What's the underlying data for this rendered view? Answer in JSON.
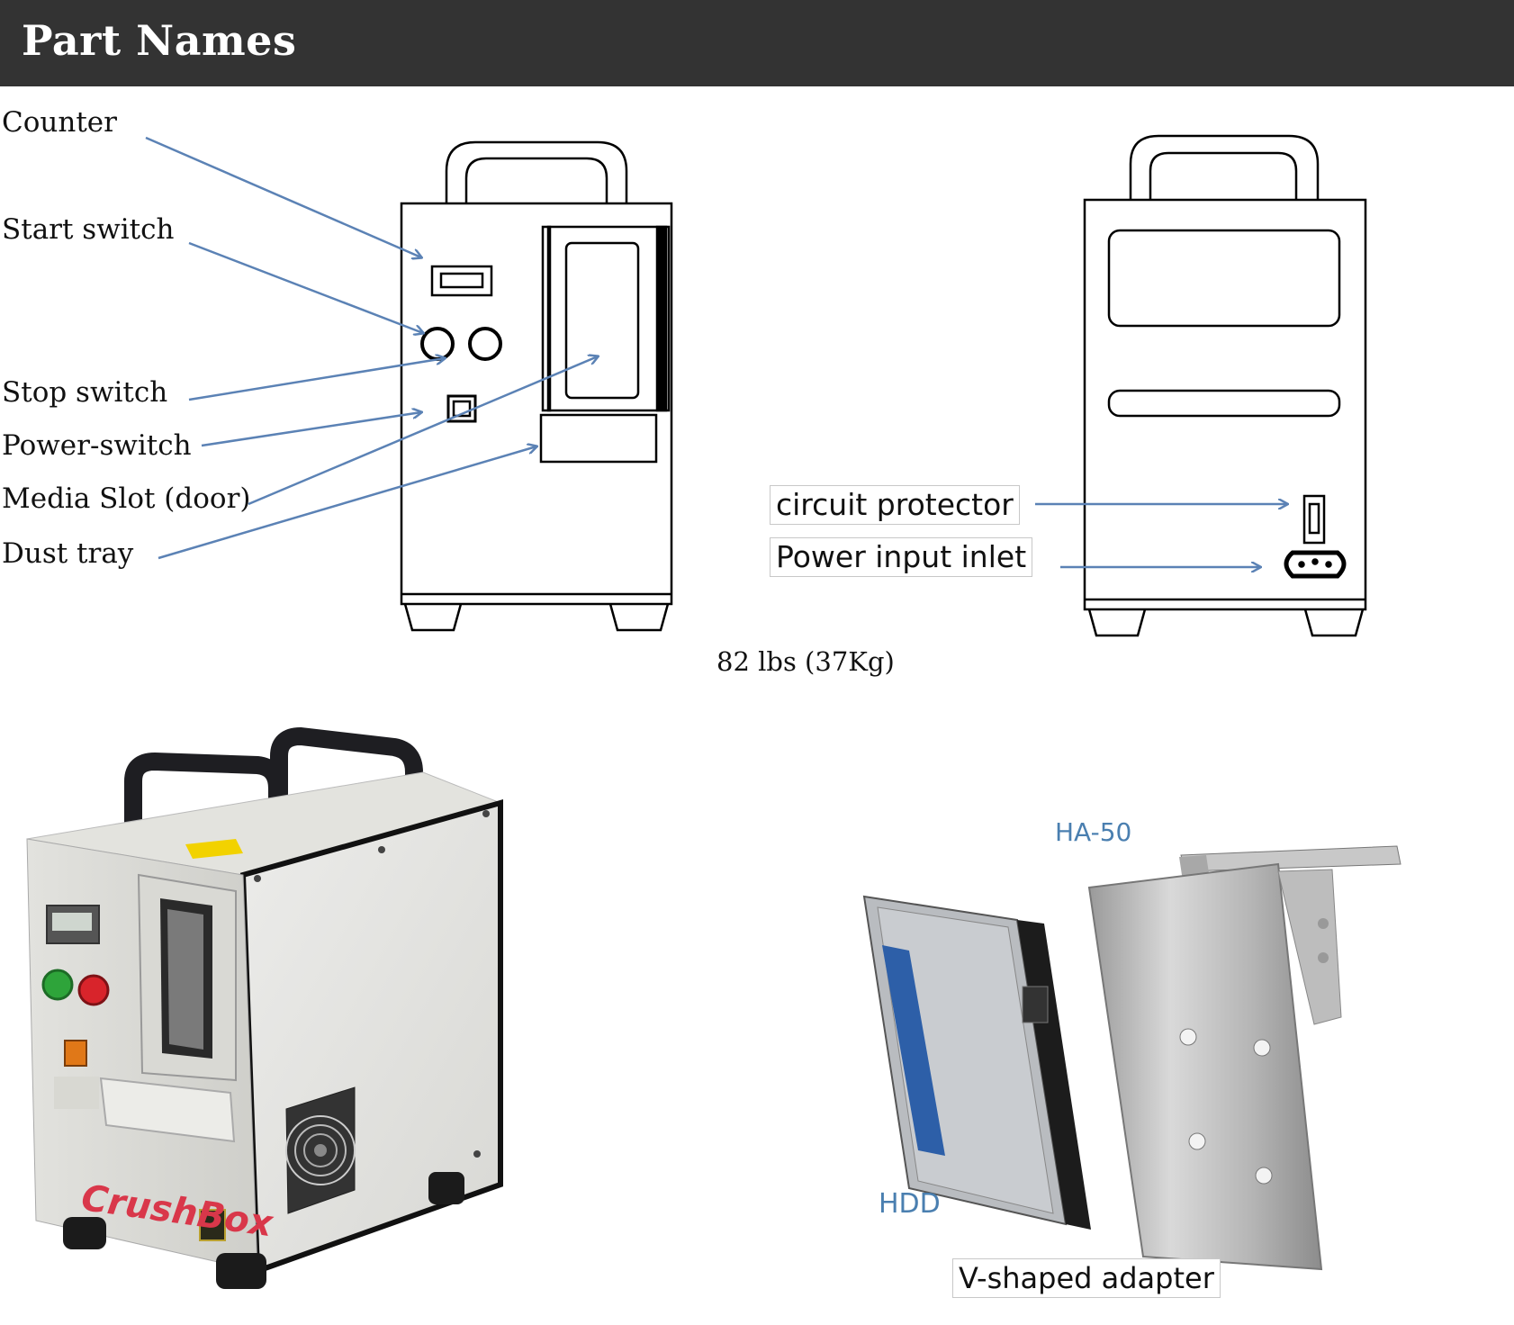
{
  "header": {
    "title": "Part Names"
  },
  "front_labels": {
    "counter": "Counter",
    "start_switch": "Start switch",
    "stop_switch": "Stop switch",
    "power_switch": "Power-switch",
    "media_slot": "Media Slot (door)",
    "dust_tray": "Dust tray"
  },
  "back_labels": {
    "circuit_protector": "circuit protector",
    "power_input_inlet": "Power input inlet"
  },
  "weight": "82 lbs (37Kg)",
  "photo_labels": {
    "brand": "CrushBox",
    "model": "HA-50",
    "hdd": "HDD",
    "adapter": "V-shaped adapter"
  },
  "colors": {
    "header_bg": "#333333",
    "arrow": "#5b82b5",
    "photo_label": "#4a7fb0"
  }
}
